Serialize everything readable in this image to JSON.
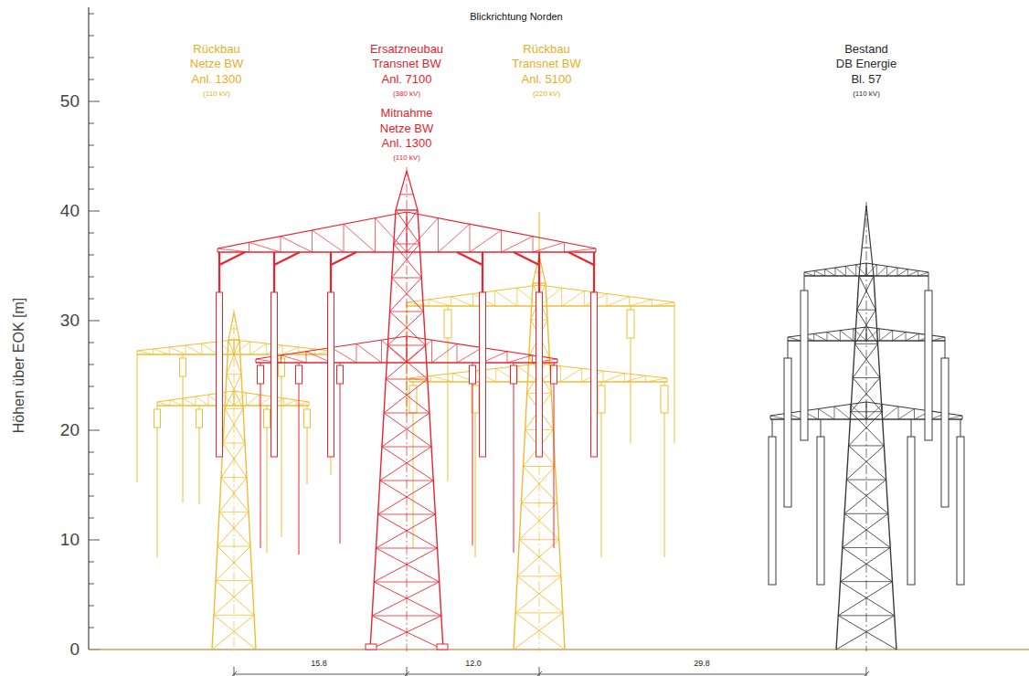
{
  "diagram": {
    "title": "Blickrichtung Norden",
    "labels": [
      "Rückbau",
      "Netze BW",
      "Anl. 1300",
      "(110 kV)",
      "Ersatzneubau",
      "Transnet BW",
      "Anl. 7100",
      "(380 kV)",
      "Mitnahme",
      "Netze BW",
      "Anl. 1300",
      "(110 kV)",
      "Rückbau",
      "Transnet BW",
      "Anl. 5100",
      "(220 kV)",
      "Bestand",
      "DB Energie",
      "Bl. 57",
      "(110 kV)",
      "50",
      "40",
      "30",
      "20",
      "10",
      "0",
      "Höhen über EOK [m]",
      "15.8",
      "12.0",
      "29.8"
    ]
  }
}
